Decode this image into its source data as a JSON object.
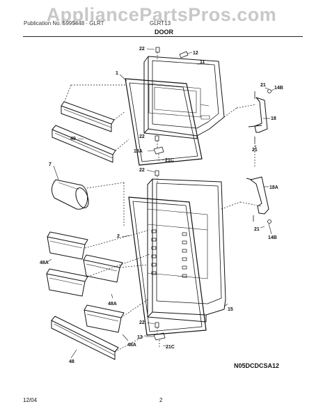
{
  "watermark": "AppliancePartsPros.com",
  "header": {
    "model_text": "Publication No. 5995448 · GLRT",
    "model_text_right": "GLRT13",
    "section_title": "DOOR"
  },
  "diagram_id": "N05DCDCSA12",
  "footer": {
    "date": "12/04",
    "page": "2"
  },
  "callouts": {
    "c22a": "22",
    "c12": "12",
    "c11": "11",
    "c1": "1",
    "c21a": "21",
    "c14Ba": "14B",
    "c18": "18",
    "c49": "49",
    "c22b": "22",
    "c13A": "13A",
    "c21Ca": "21C",
    "c21b": "21",
    "c7": "7",
    "c22c": "22",
    "c18A": "18A",
    "c21c": "21",
    "c14Bb": "14B",
    "c2": "2",
    "c48Aa": "48A",
    "c48Ab": "48A",
    "c48Ac": "48A",
    "c15": "15",
    "c22d": "22",
    "c13": "13",
    "c21Cb": "21C",
    "c48": "48"
  }
}
